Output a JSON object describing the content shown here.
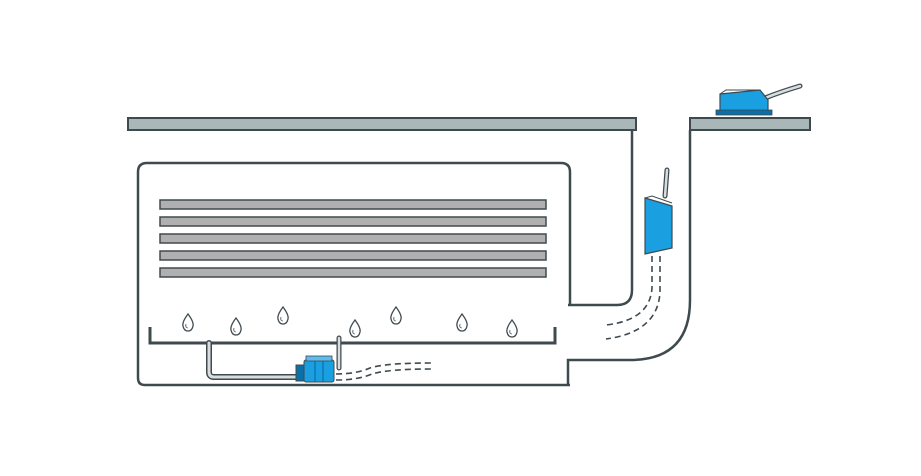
{
  "diagram": {
    "colors": {
      "background": "#ffffff",
      "outline": "#3f4a4f",
      "ceiling_fill": "#aab7b8",
      "fin_fill": "#b0b0b0",
      "pump_blue": "#1a9fe0",
      "pump_dark": "#0c6fa8",
      "hose": "#d8dde0"
    },
    "components": {
      "ceiling": "ceiling-slab",
      "indoor_unit": "air-conditioner-indoor-unit",
      "evaporator": "evaporator-coil-fins",
      "drip_tray": "condensate-drip-tray",
      "pump_in_unit": "condensate-pump-in-tray",
      "pump_in_trunking": "condensate-pump-in-trunking",
      "pump_on_ceiling": "condensate-pump-above-ceiling",
      "droplets": "condensate-droplets",
      "drain_lines": "dashed-drain-lines",
      "duct": "wall-duct-trunking"
    },
    "fin_count": 5,
    "droplet_count": 7
  }
}
